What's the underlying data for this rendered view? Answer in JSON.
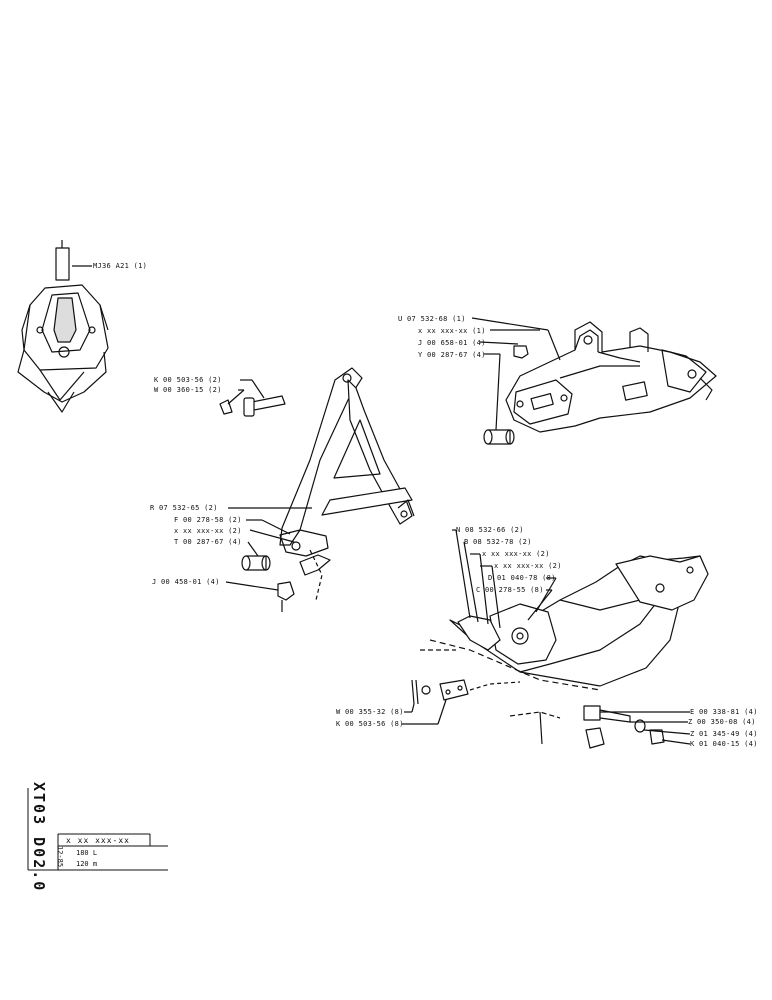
{
  "labels": {
    "top_left": "MJ36 A21 (1)",
    "frame_1": "K 00 503-56 (2)",
    "frame_2": "W 00 360-15 (2)",
    "pivot_1": "U 07 532-68 (1)",
    "pivot_2": "x xx xxx-xx (1)",
    "pivot_3": "J 00 658-01 (4)",
    "pivot_4": "Y 00 287-67 (4)",
    "arm_1": "R 07 532-65 (2)",
    "arm_2": "F 00 278-58 (2)",
    "arm_3": "x xx xxx-xx (2)",
    "arm_4": "T 00 287-67 (4)",
    "arm_5": "J 00 458-01 (4)",
    "shell_1": "N 08 532-66 (2)",
    "shell_2": "B 08 532-78 (2)",
    "shell_3": "x xx xxx-xx (2)",
    "shell_4": "x xx xxx-xx (2)",
    "shell_5": "D 01 040-78 (8)",
    "shell_6": "C 00 278-55 (8)",
    "pin_1": "W 00 355-32 (8)",
    "pin_2": "K 00 503-56 (8)",
    "bolt_1": "E 00 338-81 (4)",
    "bolt_2": "Z 00 350-08 (4)",
    "bolt_3": "Z 01 345-49 (4)",
    "bolt_4": "K 01 040-15 (4)"
  },
  "title_block": {
    "code": "XT03 D02.0",
    "date": "12-85",
    "part": "x xx xxx-xx",
    "line1": "180 L",
    "line2": "120 m"
  }
}
